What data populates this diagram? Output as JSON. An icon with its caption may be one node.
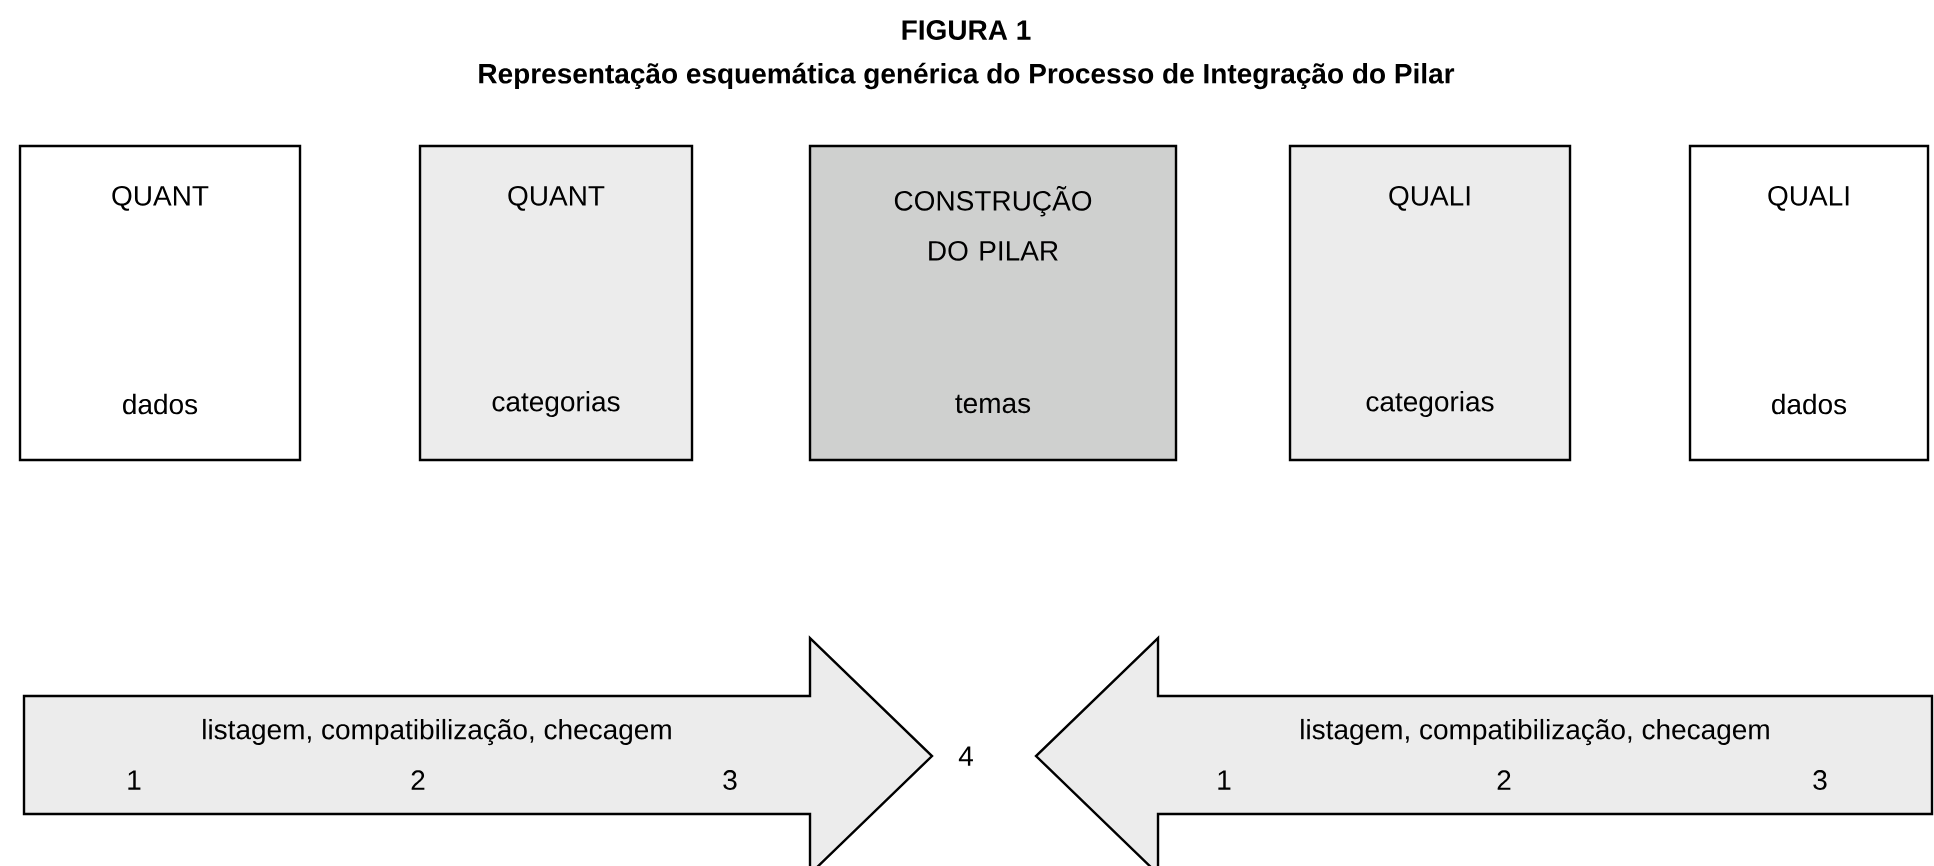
{
  "diagram": {
    "title": "FIGURA 1",
    "nodes": [
      {
        "text": [
          "QUANT",
          "dados"
        ]
      },
      {
        "text": [
          "QUANT",
          "categorias"
        ]
      },
      {
        "text": [
          "CONSTRUÇÃO DO PILAR",
          "temas"
        ]
      },
      {
        "text": [
          "QUALI",
          "categorias"
        ]
      },
      {
        "text": [
          "QUALI",
          "dados"
        ]
      },
      {
        "text": [
          "listagem, compatibilização, checagem",
          "1",
          "2",
          "3"
        ]
      },
      {
        "text": [
          "listagem, compatibilização, checagem",
          "1",
          "2",
          "3"
        ]
      }
    ],
    "labels": [
      "Representação esquemática genérica do Processo de Integração do Pilar",
      "4"
    ]
  }
}
